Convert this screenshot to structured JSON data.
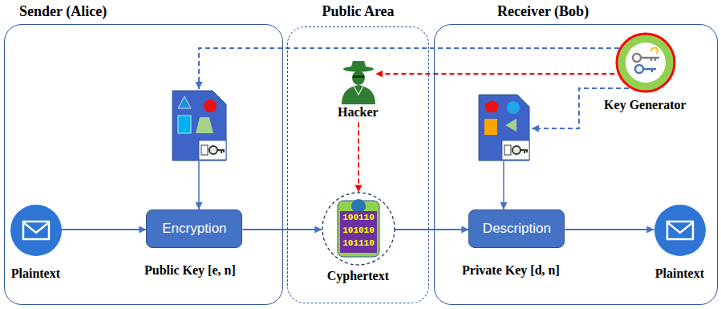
{
  "diagram": {
    "nodes": [
      {
        "text": [
          "Sender (Alice)"
        ]
      },
      {
        "text": [
          "Plaintext"
        ],
        "in": 0
      },
      {
        "text": [
          "Encryption"
        ],
        "in": 0
      },
      {
        "text": [
          "Public Area"
        ]
      },
      {
        "text": [
          "Hacker"
        ],
        "in": 3
      },
      {
        "text": [
          "Cyphertext"
        ],
        "in": 3
      },
      {
        "text": [
          "Receiver (Bob)"
        ]
      },
      {
        "text": [
          "Key Generator"
        ],
        "in": 6
      },
      {
        "text": [
          "Description"
        ],
        "in": 6
      },
      {
        "text": [
          "Plaintext"
        ],
        "in": 6
      }
    ],
    "edges": [
      {
        "from": 1,
        "to": 2,
        "arrow": "to"
      },
      {
        "from": 2,
        "to": 5,
        "arrow": "to"
      },
      {
        "from": 5,
        "to": 8,
        "arrow": "to"
      },
      {
        "from": 8,
        "to": 9,
        "arrow": "to"
      },
      {
        "from": 7,
        "to": 4,
        "arrow": "to"
      },
      {
        "from": 4,
        "to": 5,
        "arrow": "to"
      }
    ],
    "labels": [
      "Public Key [e, n]",
      "100110",
      "101010",
      "101110",
      "Private Key [d, n]"
    ]
  }
}
